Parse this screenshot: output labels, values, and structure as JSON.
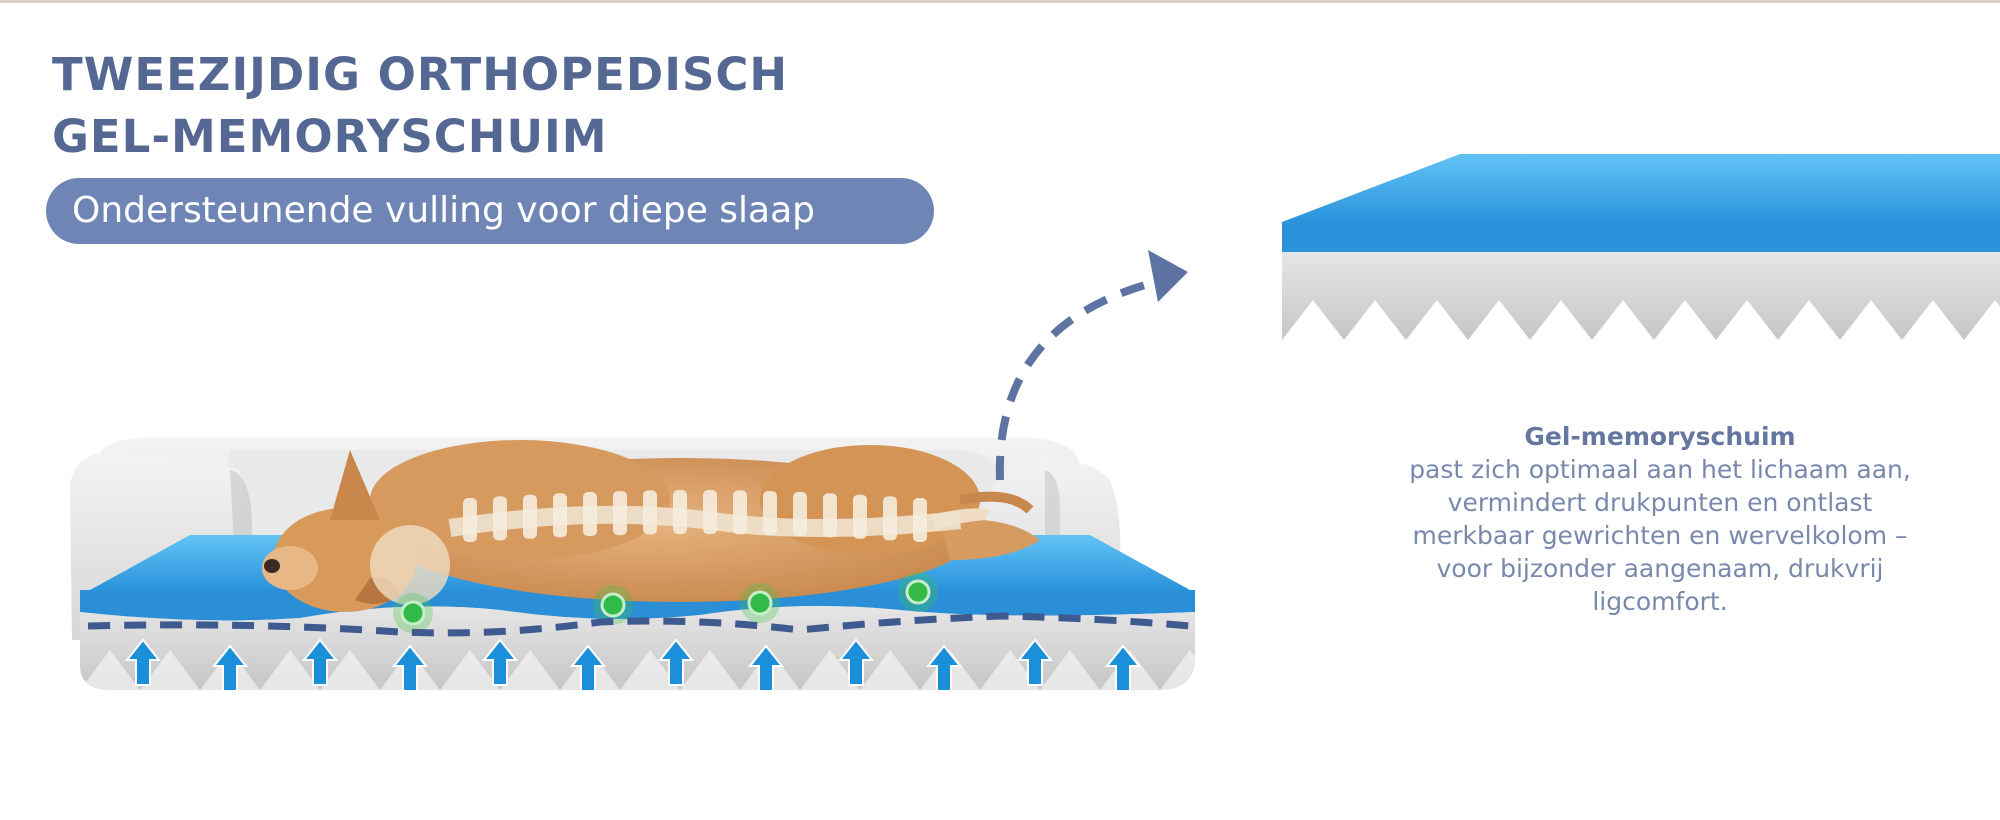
{
  "title": {
    "line1": "TWEEZIJDIG ORTHOPEDISCH",
    "line2": "GEL-MEMORYSCHUIM"
  },
  "subtitle": "Ondersteunende vulling voor diepe slaap",
  "description": {
    "heading": "Gel-memoryschuim",
    "body": "past zich optimaal aan het lichaam aan, vermindert drukpunten en ontlast merkbaar gewrichten en wervelkolom – voor bijzonder aangenaam, drukvrij ligcomfort."
  },
  "colors": {
    "title": "#556893",
    "pill": "#6e85b5",
    "gel": "#3fa8e6",
    "foam": "#d9d9d9",
    "arrow": "#1c8fdb",
    "pressure_point": "#3cc24a",
    "dash": "#3f5a8f"
  },
  "icons": [
    "up-arrow-icon",
    "pressure-point-icon",
    "dashed-arrow-icon"
  ]
}
